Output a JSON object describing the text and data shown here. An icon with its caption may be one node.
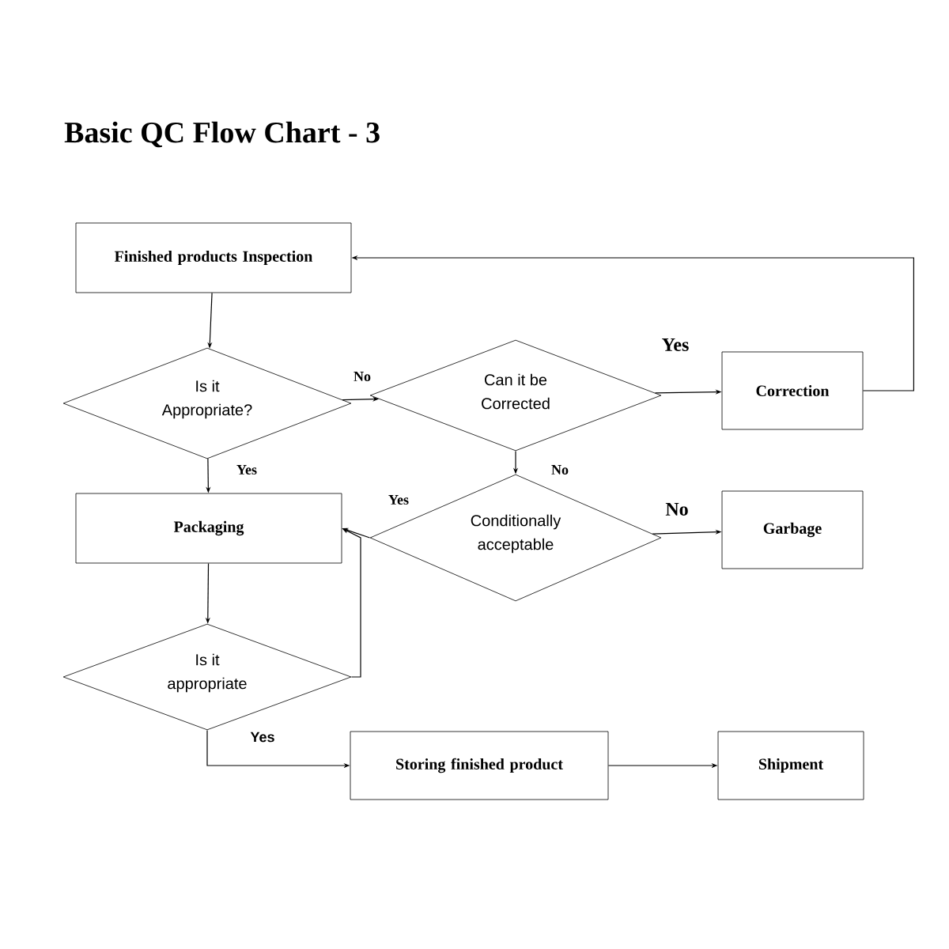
{
  "diagram": {
    "title": "Basic QC Flow Chart - 3",
    "nodes": [
      {
        "text": [
          "Finished products Inspection"
        ]
      },
      {
        "text": [
          "Is it Appropriate?"
        ]
      },
      {
        "text": [
          "Can it be Corrected"
        ]
      },
      {
        "text": [
          "Correction"
        ]
      },
      {
        "text": [
          "Packaging"
        ]
      },
      {
        "text": [
          "Conditionally acceptable"
        ]
      },
      {
        "text": [
          "Garbage"
        ]
      },
      {
        "text": [
          "Is it appropriate"
        ]
      },
      {
        "text": [
          "Storing finished product"
        ]
      },
      {
        "text": [
          "Shipment"
        ]
      }
    ],
    "edges": [
      {
        "from": 0,
        "to": 1,
        "arrow": "to"
      },
      {
        "from": 1,
        "to": 2,
        "arrow": "to",
        "label": "No"
      },
      {
        "from": 2,
        "to": 3,
        "arrow": "to",
        "label": "Yes"
      },
      {
        "from": 3,
        "to": 0,
        "arrow": "to"
      },
      {
        "from": 1,
        "to": 4,
        "arrow": "to",
        "label": "Yes"
      },
      {
        "from": 2,
        "to": 5,
        "arrow": "to",
        "label": "No"
      },
      {
        "from": 5,
        "to": 4,
        "arrow": "to",
        "label": "Yes"
      },
      {
        "from": 5,
        "to": 6,
        "arrow": "to",
        "label": "No"
      },
      {
        "from": 4,
        "to": 7,
        "arrow": "to"
      },
      {
        "from": 7,
        "to": 4,
        "arrow": "to"
      },
      {
        "from": 7,
        "to": 8,
        "arrow": "to",
        "label": "Yes"
      },
      {
        "from": 8,
        "to": 9,
        "arrow": "to"
      }
    ]
  }
}
